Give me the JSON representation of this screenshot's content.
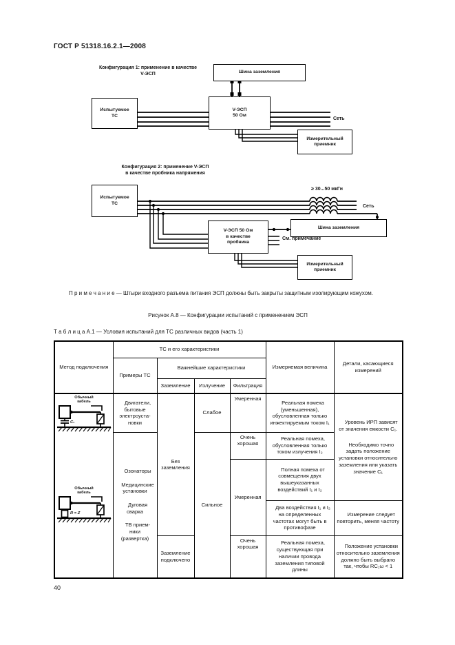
{
  "doc": {
    "header": "ГОСТ Р 51318.16.2.1—2008",
    "note": "П р и м е ч а н и е — Штыри входного разъема питания ЭСП должны быть закрыты защитным изолирующим кожухом.",
    "figure_caption": "Рисунок А.8 — Конфигурации испытаний с применением ЭСП",
    "table_caption": "Т а б л и ц а  А.1 — Условия испытаний для ТС различных видов (часть 1)",
    "page_number": "40"
  },
  "figure": {
    "config1": {
      "title": "Конфигурация 1: применение в качестве\nV-ЭСП",
      "ground_bus": "Шина заземления",
      "eut": "Испытуемое\nТС",
      "vesp": "V-ЭСП\n50 Ом",
      "mains": "Сеть",
      "receiver": "Измерительный\nприемник"
    },
    "config2": {
      "title": "Конфигурация 2: применение V-ЭСП\nв качестве пробника напряжения",
      "eut": "Испытуемое\nТС",
      "inductance": "≥ 30...50 мкГн",
      "mains": "Сеть",
      "ground_bus": "Шина заземления",
      "vesp": "V-ЭСП 50 Ом\nв качестве\nпробника",
      "see_note": "См. примечание",
      "receiver": "Измерительный\nприемник"
    }
  },
  "table": {
    "header": {
      "method": "Метод подключения",
      "ts_group": "ТС и его характеристики",
      "examples": "Примеры ТС",
      "key_group": "Важнейшие характеристики",
      "grounding": "Заземление",
      "radiation": "Излучение",
      "filtering": "Фильтрация",
      "measured": "Измеряемая величина",
      "details": "Детали, касающиеся\nизмерений"
    },
    "schematics": {
      "cable_label": "Обычный\nкабель",
      "comp1": "C₁",
      "comp2": "R = Z"
    },
    "rows": {
      "examples_row1": "Двига­тели, бытовые электро­уста­новки",
      "examples_rest": [
        "Озона­торы",
        "Медицин­ские установки",
        "Дуговая сварка",
        "ТВ прием­ники (развертка)"
      ],
      "grounding_1": "Без заземления",
      "grounding_2": "Зазем­ление подклю­чено",
      "radiation_1": "Слабое",
      "radiation_2": "Сильное",
      "filtering_1": "Умерен­ная",
      "filtering_2": "Очень хорошая",
      "filtering_3": "Умерен­ная",
      "filtering_4": "Очень хорошая",
      "measured_1": "Реальная помеха (уменьшенная), обусловленная только инжектируемым током I₁",
      "measured_2": "Реальная помеха, обусловленная только током излучения I₂",
      "measured_3": "Полная помеха от совмещения двух вышеуказанных воздействий I₁ и I₂",
      "measured_4": "Два воздействия I₁ и I₂ на определенных частотах могут быть в противофазе",
      "measured_5": "Реальная помеха, существующая при наличии провода заземления типовой длины",
      "details_1": "Уровень ИРП зависят от значения емкости C₁.",
      "details_2": "Необходимо точно задать положение установки относительно заземления или указать значение C₁",
      "details_4": "Измерение следует повторить, меняя частоту",
      "details_5": "Положение установки относительно заземления должно быть выбрано так, чтобы RC₁ω < 1"
    }
  }
}
